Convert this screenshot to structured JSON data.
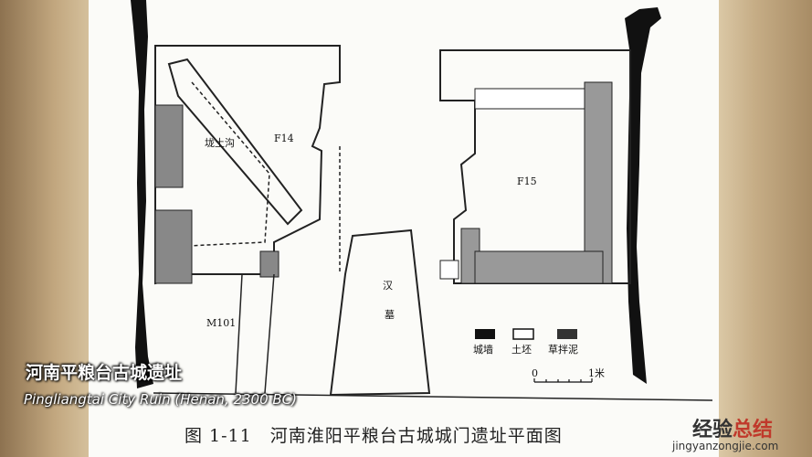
{
  "plan": {
    "labels": {
      "ditch": "垅土沟",
      "f14": "F14",
      "f15": "F15",
      "han": "汉",
      "mu": "墓",
      "m101": "M101"
    },
    "legend": [
      {
        "label": "城墙",
        "color": "#111111"
      },
      {
        "label": "土坯",
        "color": "#ffffff"
      },
      {
        "label": "草拌泥",
        "color": "#333333"
      }
    ],
    "scale": {
      "start": "0",
      "end": "1米"
    }
  },
  "caption": "图 1-11　河南淮阳平粮台古城城门遗址平面图",
  "overlay": {
    "title_cn": "河南平粮台古城遗址",
    "title_en": "Pingliangtai City Ruin (Henan, 2300 BC)"
  },
  "watermark": {
    "cn_a": "经验",
    "cn_b": "总结",
    "url": "jingyanzongjie.com"
  }
}
